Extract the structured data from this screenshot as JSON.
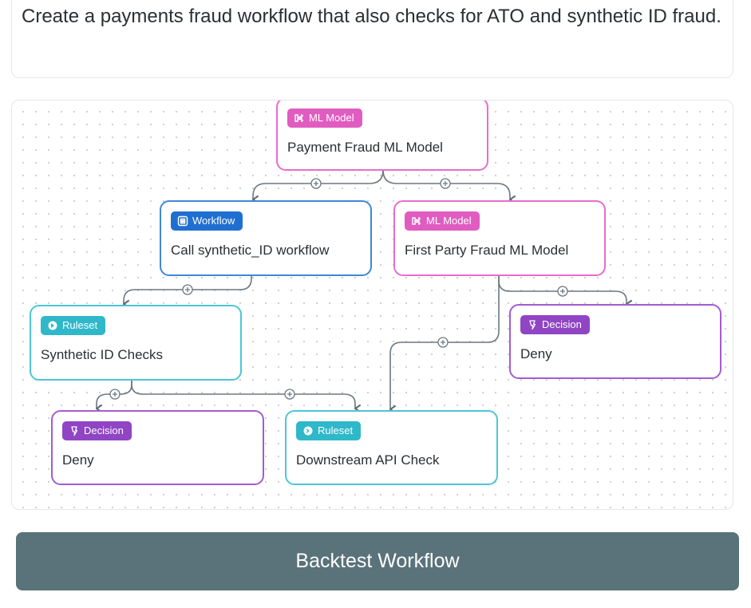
{
  "prompt": {
    "text": "Create a payments fraud workflow that also checks for ATO and synthetic ID fraud."
  },
  "nodes": {
    "payment_fraud": {
      "badge": "ML Model",
      "title": "Payment Fraud ML Model",
      "icon": "ml-model-icon"
    },
    "call_synthetic": {
      "badge": "Workflow",
      "title": "Call synthetic_ID workflow",
      "icon": "workflow-icon"
    },
    "first_party": {
      "badge": "ML Model",
      "title": "First Party Fraud ML Model",
      "icon": "ml-model-icon"
    },
    "synthetic_checks": {
      "badge": "Ruleset",
      "title": "Synthetic ID Checks",
      "icon": "ruleset-icon"
    },
    "deny_right": {
      "badge": "Decision",
      "title": "Deny",
      "icon": "decision-icon"
    },
    "deny_left": {
      "badge": "Decision",
      "title": "Deny",
      "icon": "decision-icon"
    },
    "downstream": {
      "badge": "Ruleset",
      "title": "Downstream API Check",
      "icon": "ruleset-icon"
    }
  },
  "colors": {
    "ml_model": "#e05cc0",
    "workflow": "#1f6fd0",
    "ruleset": "#2fb8c9",
    "decision": "#8f45c4",
    "button": "#5a727a"
  },
  "actions": {
    "backtest_label": "Backtest Workflow"
  }
}
